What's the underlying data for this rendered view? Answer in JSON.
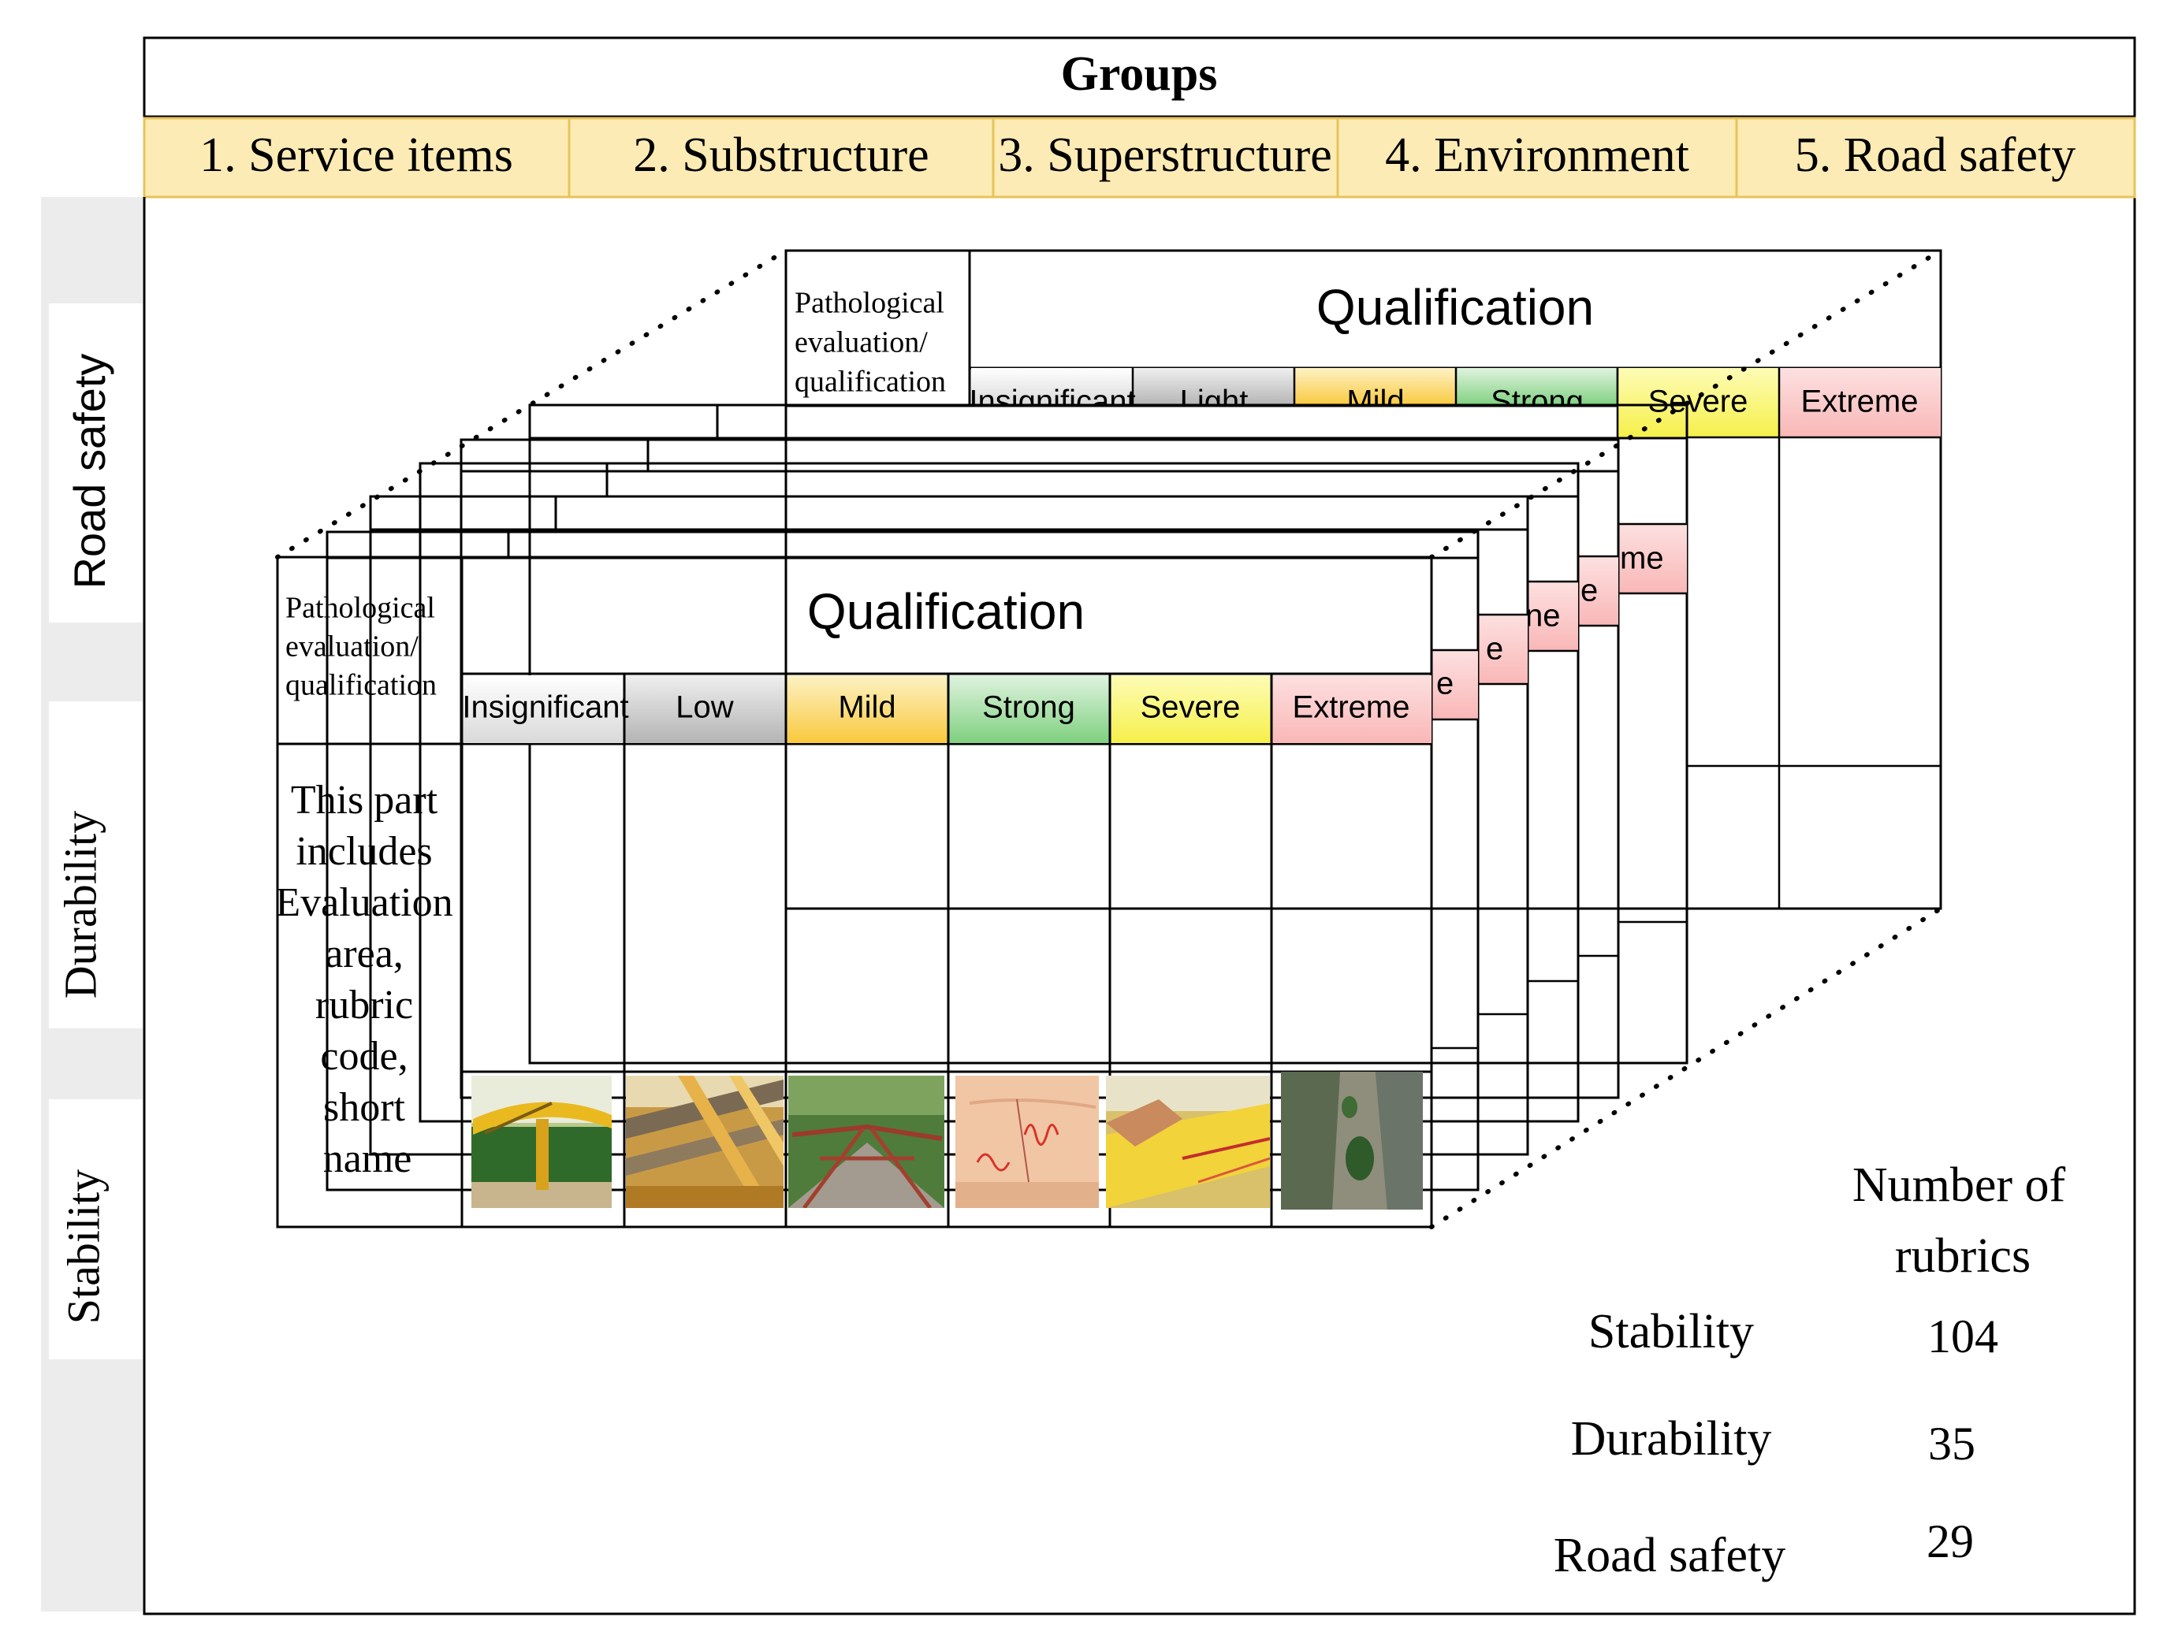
{
  "header": {
    "title": "Groups",
    "groups": [
      "1. Service items",
      "2. Substructure",
      "3. Superstructure",
      "4. Environment",
      "5. Road safety"
    ]
  },
  "side_labels": [
    "Road safety",
    "Durability",
    "Stability"
  ],
  "front_card": {
    "corner_label": [
      "Pathological",
      "evaluation/",
      "qualification"
    ],
    "title": "Qualification",
    "levels": [
      "Insignificant",
      "Low",
      "Mild",
      "Strong",
      "Severe",
      "Extreme"
    ],
    "description": [
      "This part",
      "includes",
      "Evaluation",
      "area,",
      "rubric",
      "code,",
      "short",
      "name"
    ]
  },
  "back_card": {
    "corner_label": [
      "Pathological",
      "evaluation/",
      "qualification"
    ],
    "title": "Qualification",
    "levels": [
      "Insignificant",
      "Light",
      "Mild",
      "Strong",
      "Severe",
      "Extreme"
    ]
  },
  "stack_tab_fragments": [
    "me",
    "e",
    "ne",
    "e",
    "e"
  ],
  "rubrics_table": {
    "heading": [
      "Number of",
      "rubrics"
    ],
    "rows": [
      {
        "label": "Stability",
        "value": "104"
      },
      {
        "label": "Durability",
        "value": "35"
      },
      {
        "label": "Road safety",
        "value": "29"
      }
    ]
  },
  "colors": {
    "group_band": "#fcebb4",
    "group_border": "#e8c35a",
    "side_band": "#ececec",
    "level_insignificant": "#e6e6e6",
    "level_low": "#c8c8c8",
    "level_mild": "#fbd35f",
    "level_strong": "#9fdc9f",
    "level_severe": "#f9f56f",
    "level_extreme": "#fbcaca"
  }
}
